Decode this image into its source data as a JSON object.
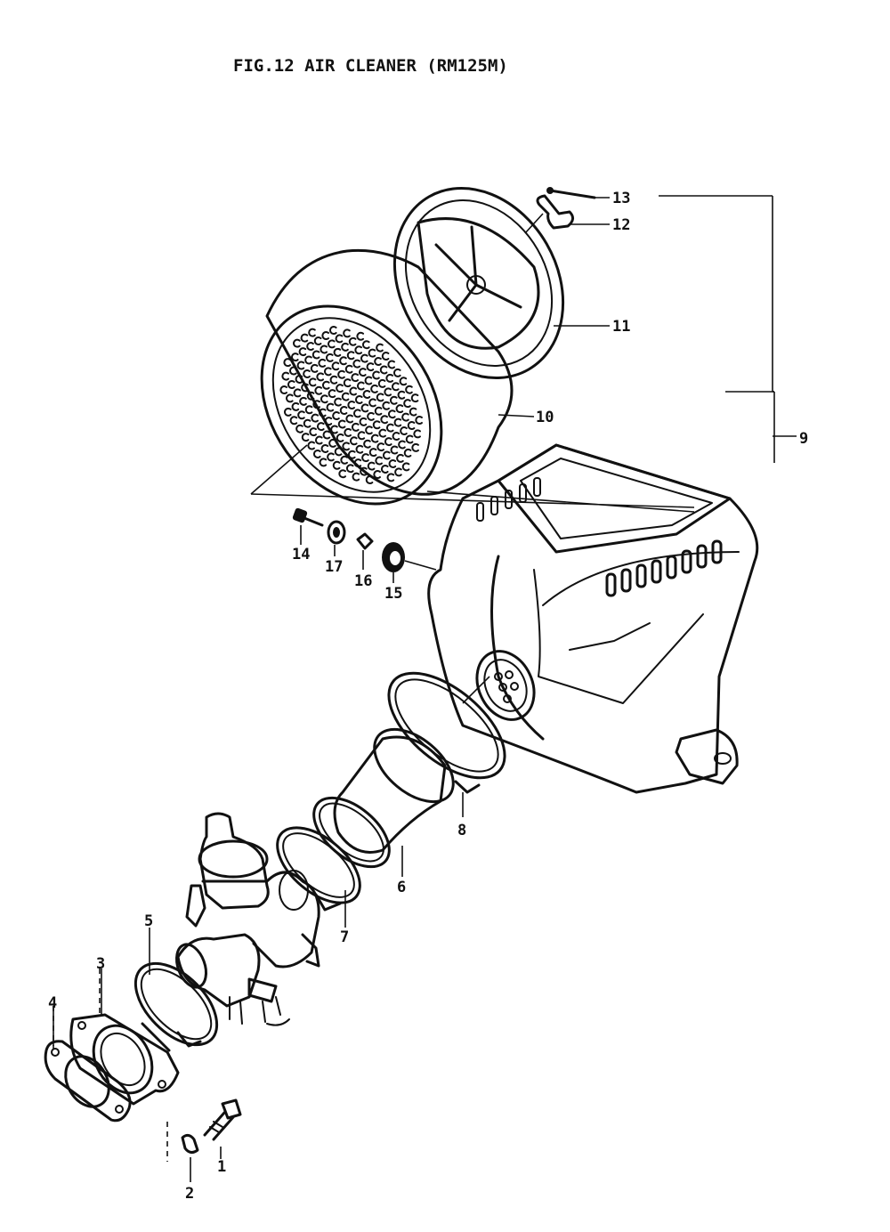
{
  "title": "FIG.12  AIR CLEANER (RM125M)",
  "callouts": {
    "c1": "1",
    "c2": "2",
    "c3": "3",
    "c4": "4",
    "c5": "5",
    "c6": "6",
    "c7": "7",
    "c8": "8",
    "c9": "9",
    "c10": "10",
    "c11": "11",
    "c12": "12",
    "c13": "13",
    "c14": "14",
    "c15": "15",
    "c16": "16",
    "c17": "17"
  }
}
